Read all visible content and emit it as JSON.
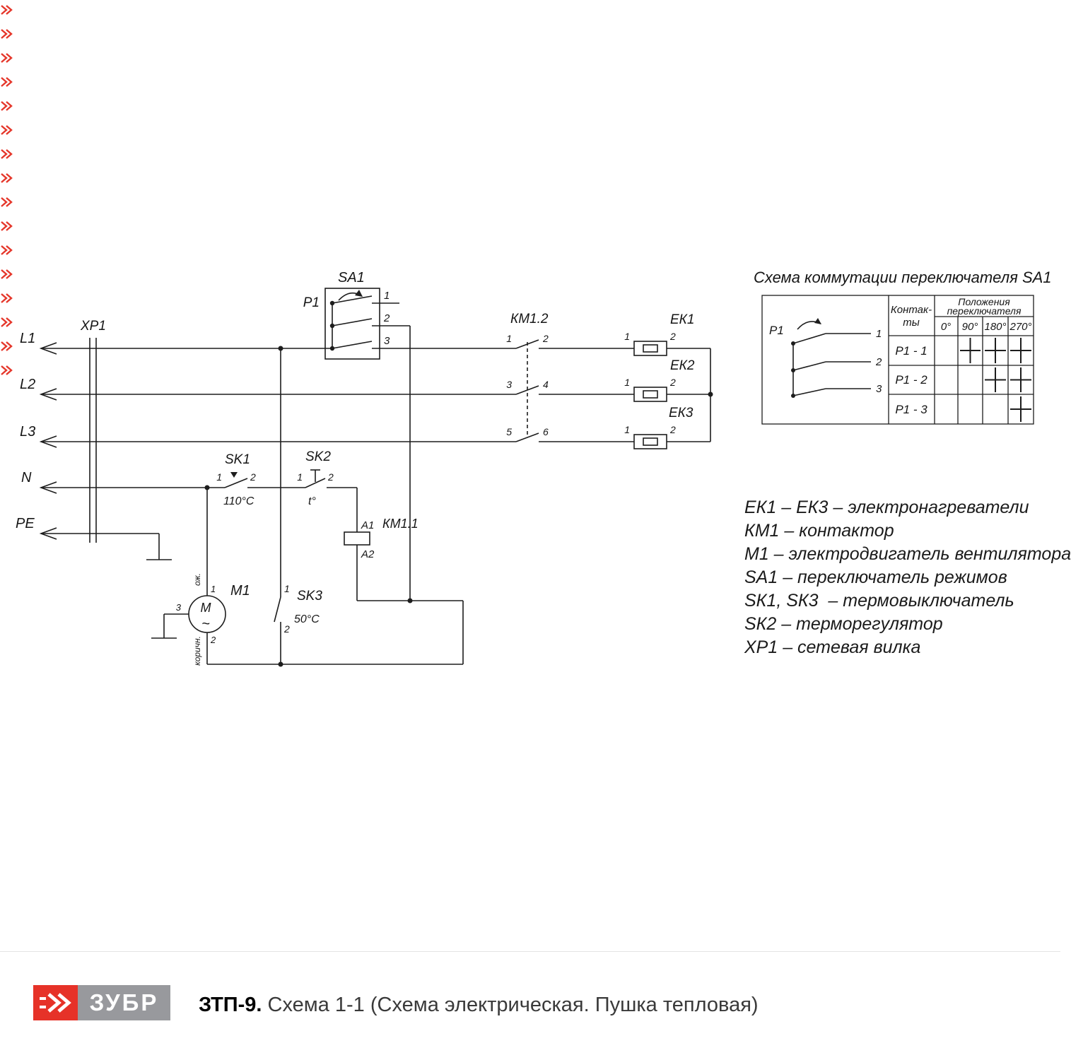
{
  "decor": {
    "edge_marks_count": 16,
    "edge_mark_color": "#e5372b"
  },
  "schematic": {
    "rails": {
      "l1": "L1",
      "l2": "L2",
      "l3": "L3",
      "n": "N",
      "pe": "PE"
    },
    "xp1": {
      "label": "ХР1"
    },
    "sa1": {
      "label": "SA1",
      "p1": "P1",
      "outputs": [
        "1",
        "2",
        "3"
      ]
    },
    "km12": {
      "label": "КМ1.2",
      "terminals": [
        "1",
        "2",
        "3",
        "4",
        "5",
        "6"
      ]
    },
    "heaters": [
      {
        "label": "ЕК1",
        "t1": "1",
        "t2": "2"
      },
      {
        "label": "ЕК2",
        "t1": "1",
        "t2": "2"
      },
      {
        "label": "ЕК3",
        "t1": "1",
        "t2": "2"
      }
    ],
    "sk1": {
      "label": "SK1",
      "t1": "1",
      "t2": "2",
      "temp": "110°С"
    },
    "sk2": {
      "label": "SK2",
      "t1": "1",
      "t2": "2",
      "temp": "t°"
    },
    "km11": {
      "label": "КМ1.1",
      "a1": "А1",
      "a2": "А2"
    },
    "sk3": {
      "label": "SK3",
      "t1": "1",
      "t2": "2",
      "temp": "50°С"
    },
    "m1": {
      "label": "М1",
      "letter": "М",
      "wave": "~",
      "t1": "1",
      "t2": "2",
      "t3": "3",
      "wire_top": "ож.",
      "wire_bottom": "коричн."
    }
  },
  "table": {
    "title": "Схема коммутации переключателя SA1",
    "p1": "P1",
    "contacts_header_line1": "Контак-",
    "contacts_header_line2": "ты",
    "positions_header_line1": "Положения",
    "positions_header_line2": "переключателя",
    "angles": [
      "0°",
      "90°",
      "180°",
      "270°"
    ],
    "switch_outputs": [
      "1",
      "2",
      "3"
    ],
    "rows": [
      {
        "label": "P1 - 1",
        "closed": [
          false,
          true,
          true,
          true
        ]
      },
      {
        "label": "P1 - 2",
        "closed": [
          false,
          false,
          true,
          true
        ]
      },
      {
        "label": "P1 - 3",
        "closed": [
          false,
          false,
          false,
          true
        ]
      }
    ]
  },
  "legend": [
    "ЕК1 – ЕК3 – электронагреватели",
    "КМ1 – контактор",
    "М1 – электродвигатель вентилятора",
    "SА1 – переключатель режимов",
    "SК1, SК3  – термовыключатель",
    "SК2 – терморегулятор",
    "ХР1 – сетевая вилка"
  ],
  "footer": {
    "logo_text": "ЗУБР",
    "model": "ЗТП-9.",
    "title": " Схема 1-1 (Схема электрическая. Пушка тепловая)"
  }
}
